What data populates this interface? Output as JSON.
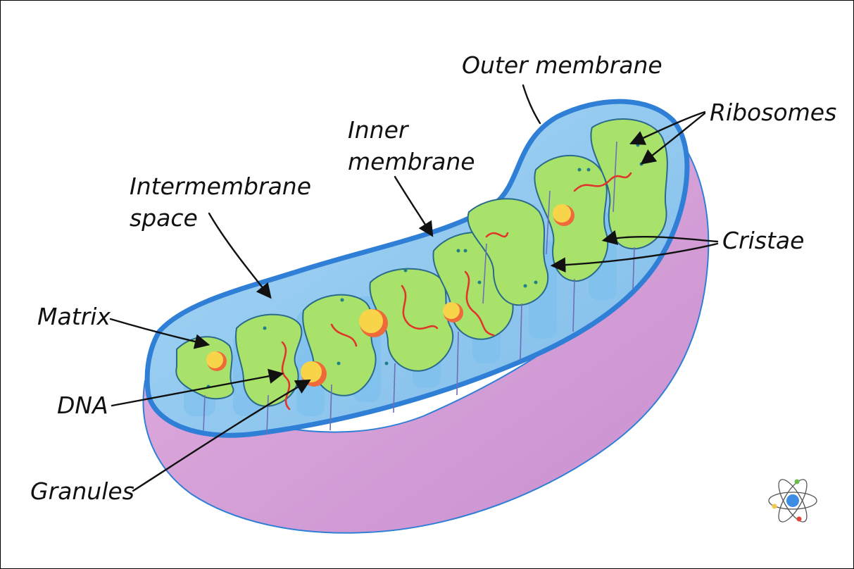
{
  "labels": {
    "outer_membrane": "Outer membrane",
    "ribosomes": "Ribosomes",
    "inner_line1": "Inner",
    "inner_line2": "membrane",
    "intermembrane_line1": "Intermembrane",
    "intermembrane_line2": "space",
    "cristae": "Cristae",
    "matrix": "Matrix",
    "dna": "DNA",
    "granules": "Granules"
  },
  "colors": {
    "outer_membrane_stroke": "#2f7fd6",
    "intermembrane_fill": "#8ec9f2",
    "outer_body_fill": "#d9a0d8",
    "matrix_fill": "#a9e26a",
    "cristae_channel": "#7cc0ee",
    "dna_strand": "#e0352b",
    "granule_fill": "#f7d44a",
    "granule_rim": "#ef6a3a"
  },
  "icons": {
    "logo": "atom-icon"
  }
}
